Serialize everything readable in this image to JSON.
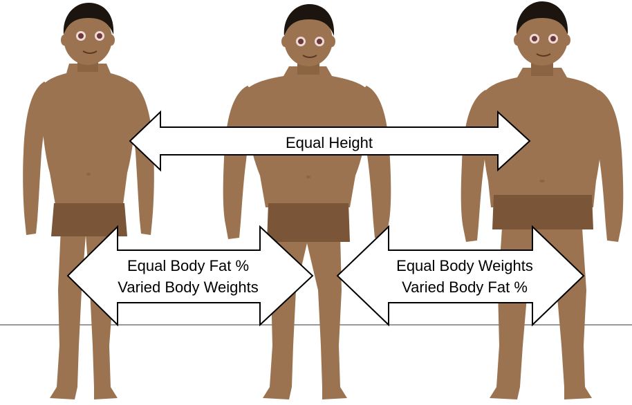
{
  "labels": {
    "equal_height": "Equal Height",
    "left_arrow_line1": "Equal Body Fat %",
    "left_arrow_line2": "Varied Body Weights",
    "right_arrow_line1": "Equal Body Weights",
    "right_arrow_line2": "Varied Body Fat %"
  },
  "colors": {
    "skin": "#9B7350",
    "skin_shadow": "#8A6443",
    "hair": "#1B140F",
    "shorts": "#7A5537",
    "eye_white": "#F1D9D9",
    "eye_iris": "#6B3A3A",
    "floor": "#9A9A9A",
    "arrow_fill": "#FFFFFF",
    "arrow_stroke": "#000000"
  },
  "figures": [
    {
      "name": "figure-left",
      "build": "lean"
    },
    {
      "name": "figure-middle",
      "build": "muscular"
    },
    {
      "name": "figure-right",
      "build": "heavier"
    }
  ]
}
